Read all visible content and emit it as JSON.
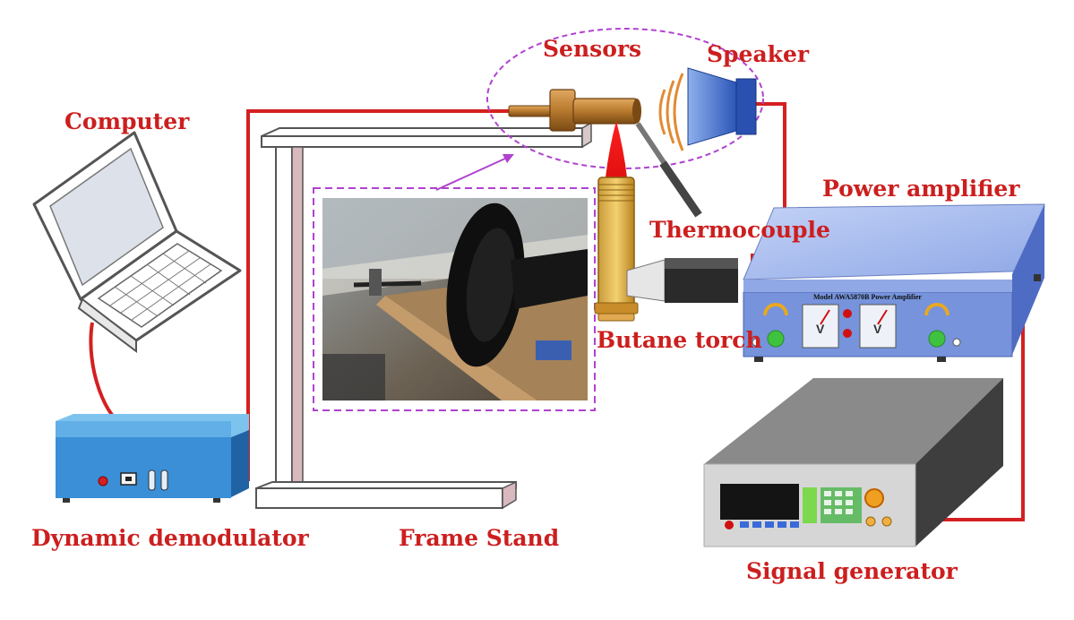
{
  "labels": {
    "computer": "Computer",
    "sensors": "Sensors",
    "speaker": "Speaker",
    "power_amplifier": "Power amplifier",
    "thermocouple": "Thermocouple",
    "butane_torch": "Butane torch",
    "dynamic_demodulator": "Dynamic demodulator",
    "frame_stand": "Frame Stand",
    "signal_generator": "Signal generator"
  },
  "amplifier_model": "Model AWA5870B Power Amplifier",
  "colors": {
    "label_red": "#cc1f1f",
    "wire_red": "#d42020",
    "dashed_purple": "#b042d0",
    "amp_blue": "#6f8cd8",
    "demod_blue": "#3a8fd6",
    "speaker_blue": "#3f6fc8",
    "sensor_bronze": "#b87a2e",
    "generator_gray": "#8a8a8a"
  }
}
